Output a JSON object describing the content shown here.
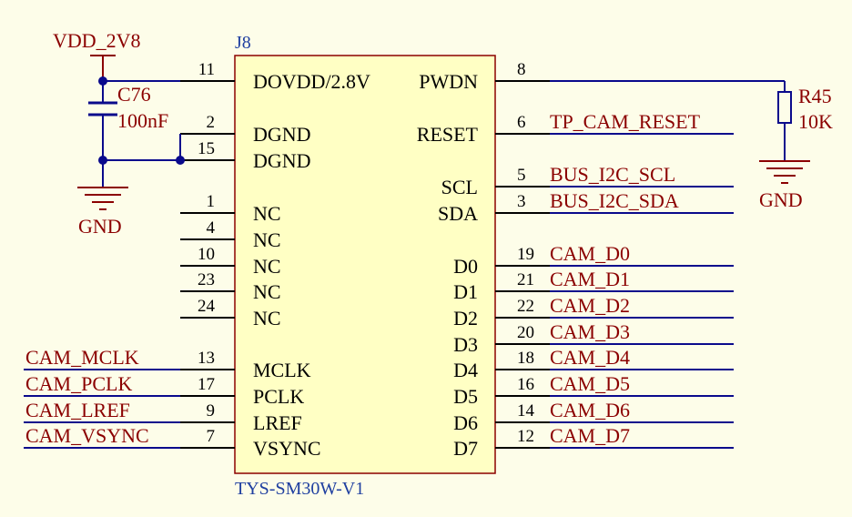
{
  "component": {
    "ref": "J8",
    "part": "TYS-SM30W-V1",
    "body_color": "#ffffc4",
    "body_border": "#8b0000",
    "left_pins": [
      {
        "num": "11",
        "name": "DOVDD/2.8V"
      },
      {
        "num": "2",
        "name": "DGND"
      },
      {
        "num": "15",
        "name": "DGND"
      },
      {
        "num": "1",
        "name": "NC"
      },
      {
        "num": "4",
        "name": "NC"
      },
      {
        "num": "10",
        "name": "NC"
      },
      {
        "num": "23",
        "name": "NC"
      },
      {
        "num": "24",
        "name": "NC"
      },
      {
        "num": "13",
        "name": "MCLK"
      },
      {
        "num": "17",
        "name": "PCLK"
      },
      {
        "num": "9",
        "name": "LREF"
      },
      {
        "num": "7",
        "name": "VSYNC"
      }
    ],
    "right_pins": [
      {
        "num": "8",
        "name": "PWDN"
      },
      {
        "num": "6",
        "name": "RESET"
      },
      {
        "num": "5",
        "name": "SCL"
      },
      {
        "num": "3",
        "name": "SDA"
      },
      {
        "num": "19",
        "name": "D0"
      },
      {
        "num": "21",
        "name": "D1"
      },
      {
        "num": "22",
        "name": "D2"
      },
      {
        "num": "20",
        "name": "D3"
      },
      {
        "num": "18",
        "name": "D4"
      },
      {
        "num": "16",
        "name": "D5"
      },
      {
        "num": "14",
        "name": "D6"
      },
      {
        "num": "12",
        "name": "D7"
      }
    ]
  },
  "nets": {
    "left": [
      "CAM_MCLK",
      "CAM_PCLK",
      "CAM_LREF",
      "CAM_VSYNC"
    ],
    "right": [
      "TP_CAM_RESET",
      "BUS_I2C_SCL",
      "BUS_I2C_SDA",
      "CAM_D0",
      "CAM_D1",
      "CAM_D2",
      "CAM_D3",
      "CAM_D4",
      "CAM_D5",
      "CAM_D6",
      "CAM_D7"
    ]
  },
  "power": {
    "vdd": "VDD_2V8",
    "gnd_left": "GND",
    "gnd_right": "GND"
  },
  "capacitor": {
    "ref": "C76",
    "value": "100nF"
  },
  "resistor": {
    "ref": "R45",
    "value": "10K"
  },
  "colors": {
    "wire": "#0a0a8c",
    "net_label": "#8b0000",
    "ref_label": "#1f3fa0"
  }
}
